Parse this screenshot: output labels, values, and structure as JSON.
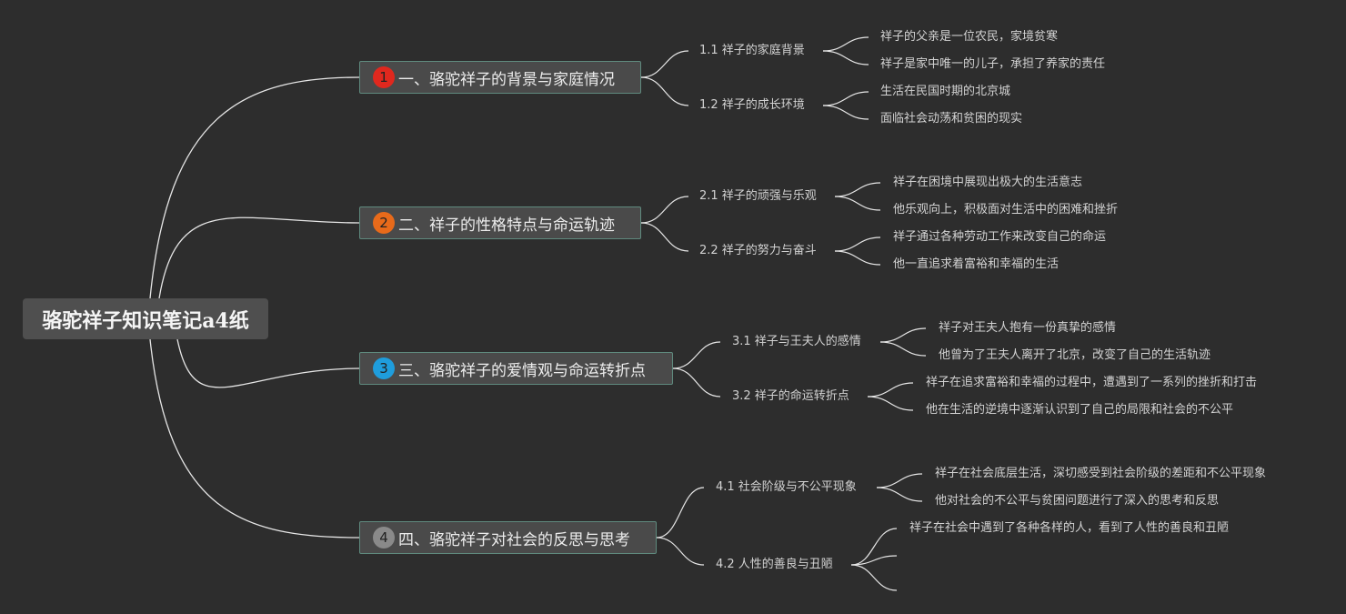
{
  "mindmap": {
    "root": {
      "title": "骆驼祥子知识笔记a4纸"
    },
    "branches": [
      {
        "badge": "1",
        "badge_color": "#e0281e",
        "title": "一、骆驼祥子的背景与家庭情况",
        "subtopics": [
          {
            "title": "1.1 祥子的家庭背景",
            "leaves": [
              "祥子的父亲是一位农民，家境贫寒",
              "祥子是家中唯一的儿子，承担了养家的责任"
            ]
          },
          {
            "title": "1.2 祥子的成长环境",
            "leaves": [
              "生活在民国时期的北京城",
              "面临社会动荡和贫困的现实"
            ]
          }
        ]
      },
      {
        "badge": "2",
        "badge_color": "#e86a1a",
        "title": "二、祥子的性格特点与命运轨迹",
        "subtopics": [
          {
            "title": "2.1 祥子的顽强与乐观",
            "leaves": [
              "祥子在困境中展现出极大的生活意志",
              "他乐观向上，积极面对生活中的困难和挫折"
            ]
          },
          {
            "title": "2.2 祥子的努力与奋斗",
            "leaves": [
              "祥子通过各种劳动工作来改变自己的命运",
              "他一直追求着富裕和幸福的生活"
            ]
          }
        ]
      },
      {
        "badge": "3",
        "badge_color": "#1f9ddc",
        "title": "三、骆驼祥子的爱情观与命运转折点",
        "subtopics": [
          {
            "title": "3.1 祥子与王夫人的感情",
            "leaves": [
              "祥子对王夫人抱有一份真挚的感情",
              "他曾为了王夫人离开了北京，改变了自己的生活轨迹"
            ]
          },
          {
            "title": "3.2 祥子的命运转折点",
            "leaves": [
              "祥子在追求富裕和幸福的过程中，遭遇到了一系列的挫折和打击",
              "他在生活的逆境中逐渐认识到了自己的局限和社会的不公平"
            ]
          }
        ]
      },
      {
        "badge": "4",
        "badge_color": "#8a8a8a",
        "title": "四、骆驼祥子对社会的反思与思考",
        "subtopics": [
          {
            "title": "4.1 社会阶级与不公平现象",
            "leaves": [
              "祥子在社会底层生活，深切感受到社会阶级的差距和不公平现象",
              "他对社会的不公平与贫困问题进行了深入的思考和反思"
            ]
          },
          {
            "title": "4.2 人性的善良与丑陋",
            "leaves": [
              "祥子在社会中遇到了各种各样的人，看到了人性的善良和丑陋",
              "",
              ""
            ]
          }
        ]
      }
    ]
  }
}
